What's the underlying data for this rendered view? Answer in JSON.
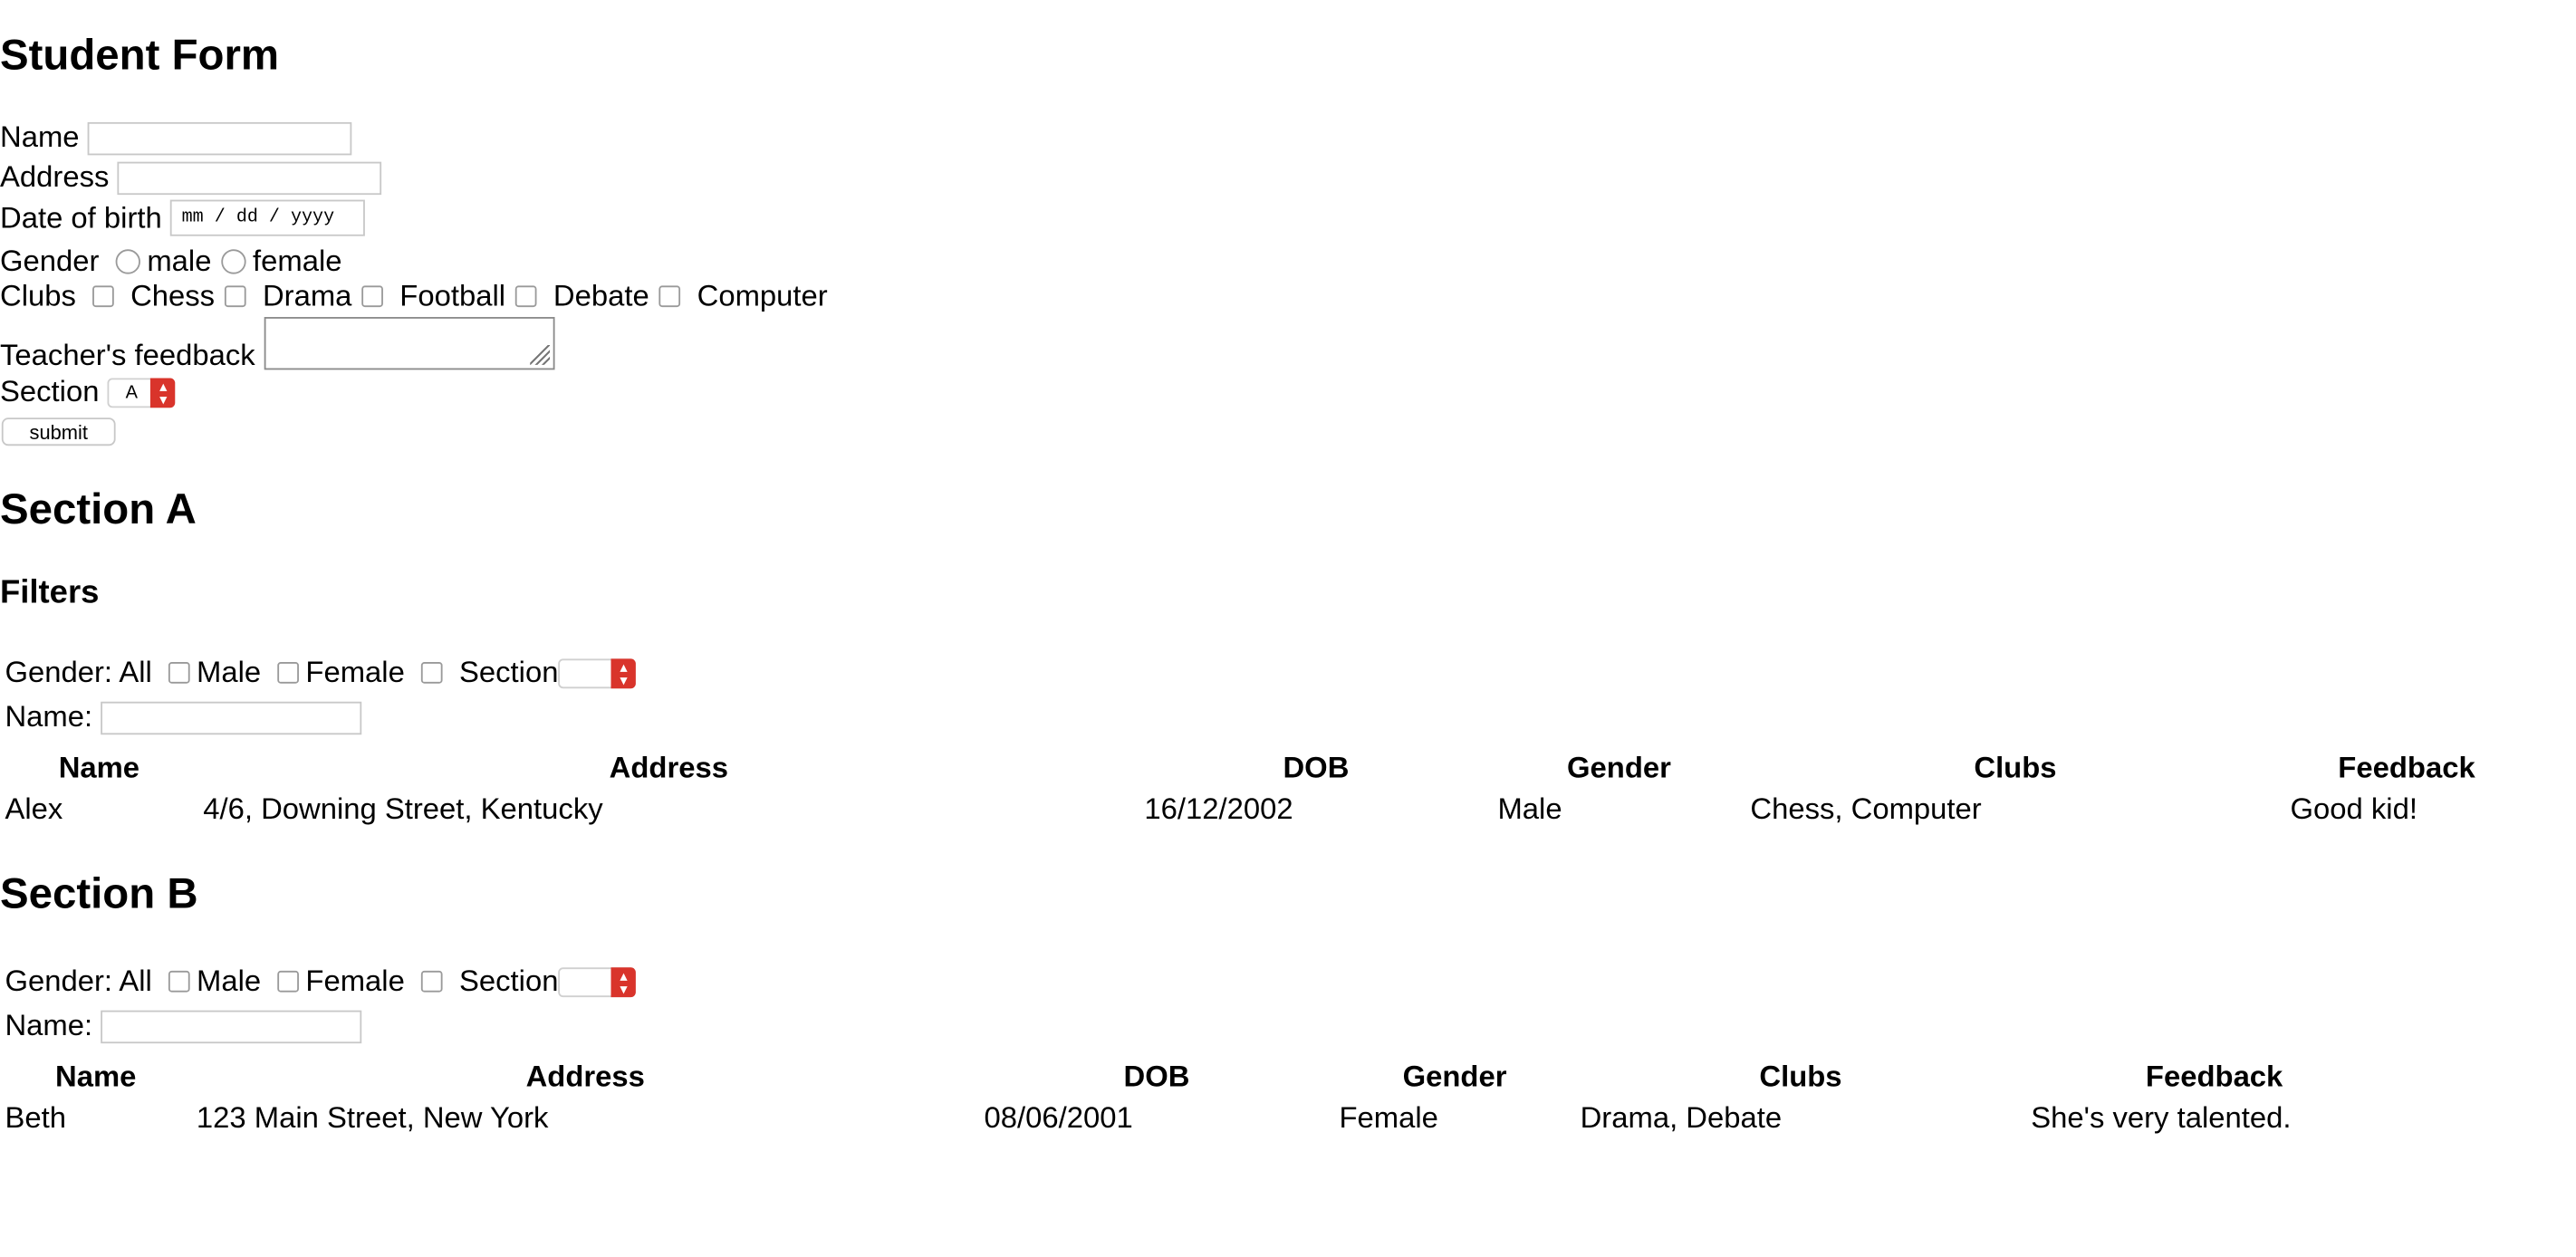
{
  "form": {
    "title": "Student Form",
    "name_label": "Name",
    "name_value": "",
    "address_label": "Address",
    "address_value": "",
    "dob_label": "Date of birth",
    "dob_placeholder": "mm / dd / yyyy",
    "gender_label": "Gender",
    "gender_options": [
      "male",
      "female"
    ],
    "clubs_label": "Clubs",
    "clubs_options": [
      "Chess",
      "Drama",
      "Football",
      "Debate",
      "Computer"
    ],
    "feedback_label": "Teacher's feedback",
    "section_label": "Section",
    "section_value": "A",
    "submit_label": "submit"
  },
  "section_a": {
    "title": "Section A",
    "filters_title": "Filters",
    "filters": {
      "gender_all": "Gender: All",
      "male": "Male",
      "female": "Female",
      "section": "Section",
      "section_value": "",
      "name_label": "Name:",
      "name_value": ""
    },
    "table": {
      "headers": [
        "Name",
        "Address",
        "DOB",
        "Gender",
        "Clubs",
        "Feedback"
      ],
      "rows": [
        [
          "Alex",
          "4/6, Downing Street, Kentucky",
          "16/12/2002",
          "Male",
          "Chess, Computer",
          "Good kid!"
        ]
      ]
    }
  },
  "section_b": {
    "title": "Section B",
    "filters": {
      "gender_all": "Gender: All",
      "male": "Male",
      "female": "Female",
      "section": "Section",
      "section_value": "",
      "name_label": "Name:",
      "name_value": ""
    },
    "table": {
      "headers": [
        "Name",
        "Address",
        "DOB",
        "Gender",
        "Clubs",
        "Feedback"
      ],
      "rows": [
        [
          "Beth",
          "123 Main Street, New York",
          "08/06/2001",
          "Female",
          "Drama, Debate",
          "She's very talented."
        ]
      ]
    }
  },
  "colors": {
    "select_arrow": "#d9342b"
  }
}
